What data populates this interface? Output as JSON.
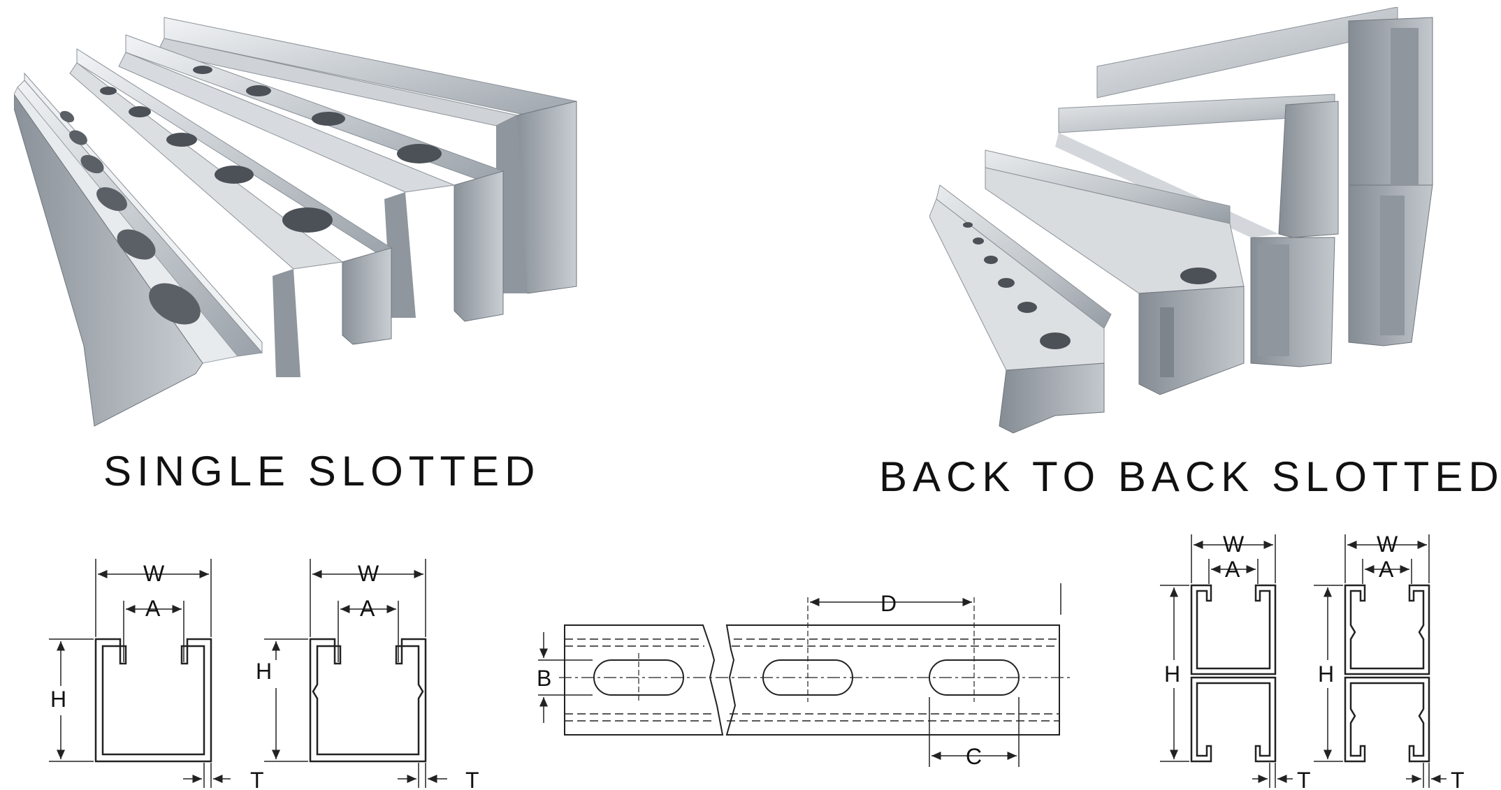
{
  "headings": {
    "single": "SINGLE SLOTTED",
    "back_to_back": "BACK TO BACK SLOTTED"
  },
  "dimension_labels": {
    "width": "W",
    "slot_opening": "A",
    "height": "H",
    "thickness": "T",
    "slot_width": "B",
    "slot_length": "C",
    "slot_pitch": "D"
  },
  "colors": {
    "steel_light": "#e4e7ea",
    "steel_mid": "#b9bec3",
    "steel_dark": "#7d848b",
    "line": "#222222"
  }
}
